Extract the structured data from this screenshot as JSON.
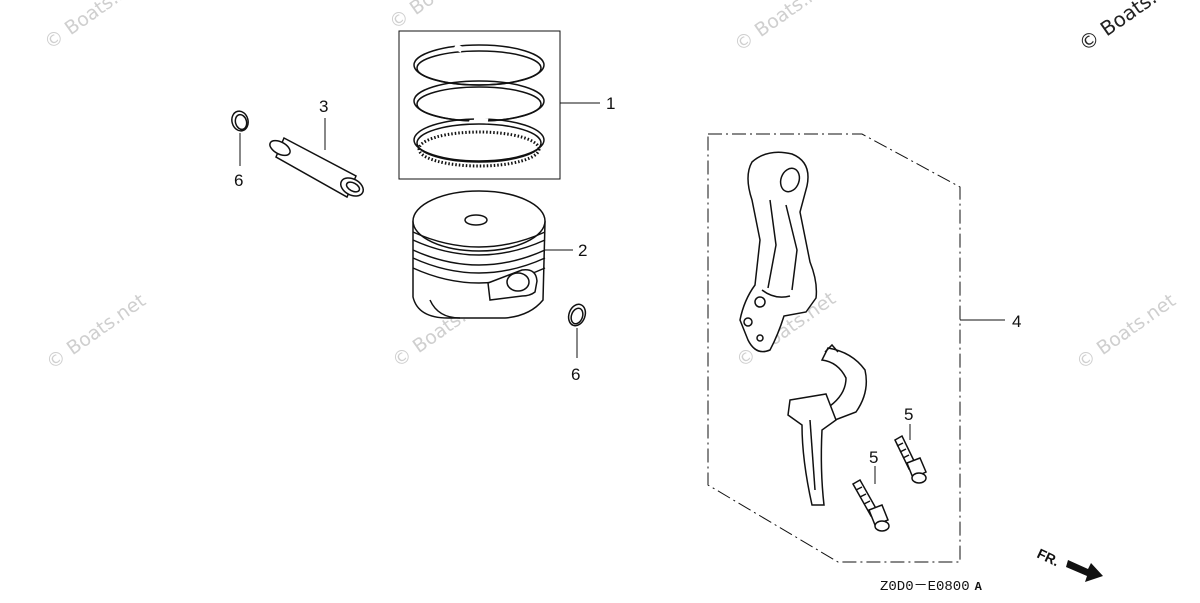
{
  "watermark": {
    "text": "© Boats.net"
  },
  "callouts": {
    "c1": "1",
    "c2": "2",
    "c3": "3",
    "c4": "4",
    "c5a": "5",
    "c5b": "5",
    "c6a": "6",
    "c6b": "6"
  },
  "diagram_code": "Z0D0－E0800",
  "diagram_code_suffix": "A",
  "front_indicator": "FR.",
  "parts": [
    {
      "ref": "1",
      "name": "piston-ring-set"
    },
    {
      "ref": "2",
      "name": "piston"
    },
    {
      "ref": "3",
      "name": "piston-pin"
    },
    {
      "ref": "4",
      "name": "connecting-rod"
    },
    {
      "ref": "5",
      "name": "connecting-rod-bolt"
    },
    {
      "ref": "6",
      "name": "piston-pin-clip"
    }
  ]
}
